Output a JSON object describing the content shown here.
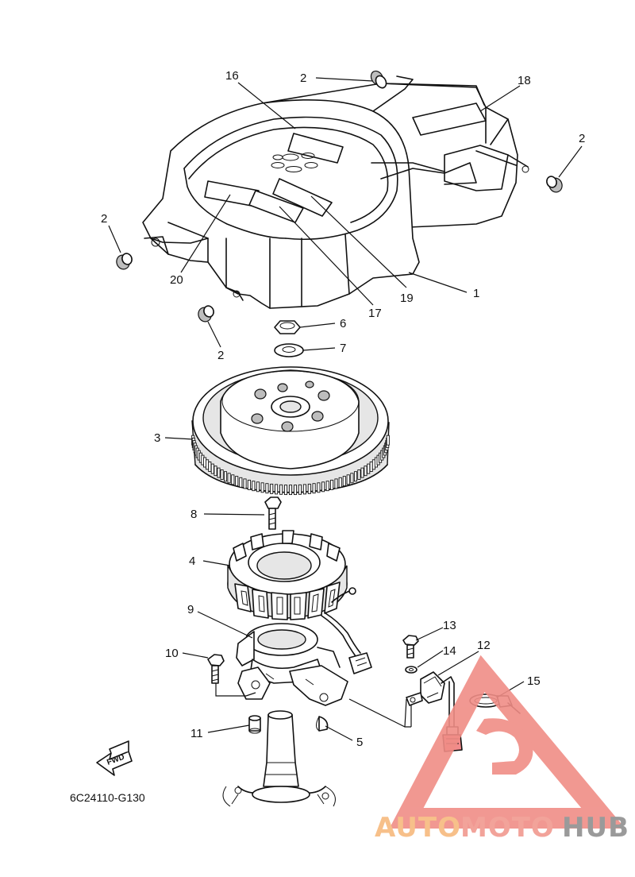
{
  "diagram": {
    "callouts": [
      {
        "id": "c1",
        "label": "1"
      },
      {
        "id": "c2a",
        "label": "2"
      },
      {
        "id": "c2b",
        "label": "2"
      },
      {
        "id": "c2c",
        "label": "2"
      },
      {
        "id": "c2d",
        "label": "2"
      },
      {
        "id": "c3",
        "label": "3"
      },
      {
        "id": "c4",
        "label": "4"
      },
      {
        "id": "c5",
        "label": "5"
      },
      {
        "id": "c6",
        "label": "6"
      },
      {
        "id": "c7",
        "label": "7"
      },
      {
        "id": "c8",
        "label": "8"
      },
      {
        "id": "c9",
        "label": "9"
      },
      {
        "id": "c10",
        "label": "10"
      },
      {
        "id": "c11",
        "label": "11"
      },
      {
        "id": "c12",
        "label": "12"
      },
      {
        "id": "c13",
        "label": "13"
      },
      {
        "id": "c14",
        "label": "14"
      },
      {
        "id": "c15",
        "label": "15"
      },
      {
        "id": "c16",
        "label": "16"
      },
      {
        "id": "c17",
        "label": "17"
      },
      {
        "id": "c18",
        "label": "18"
      },
      {
        "id": "c19",
        "label": "19"
      },
      {
        "id": "c20",
        "label": "20"
      }
    ],
    "diagram_code": "6C24110-G130",
    "fwd_label": "FWD"
  },
  "watermark": {
    "part1": "AUTO",
    "part2": "MOTO",
    "part3": "HUB",
    "colors": {
      "part1": "#f7c08a",
      "part2": "#f2a39a",
      "part3": "#9a9a9a",
      "logo": "#f08d86"
    }
  }
}
